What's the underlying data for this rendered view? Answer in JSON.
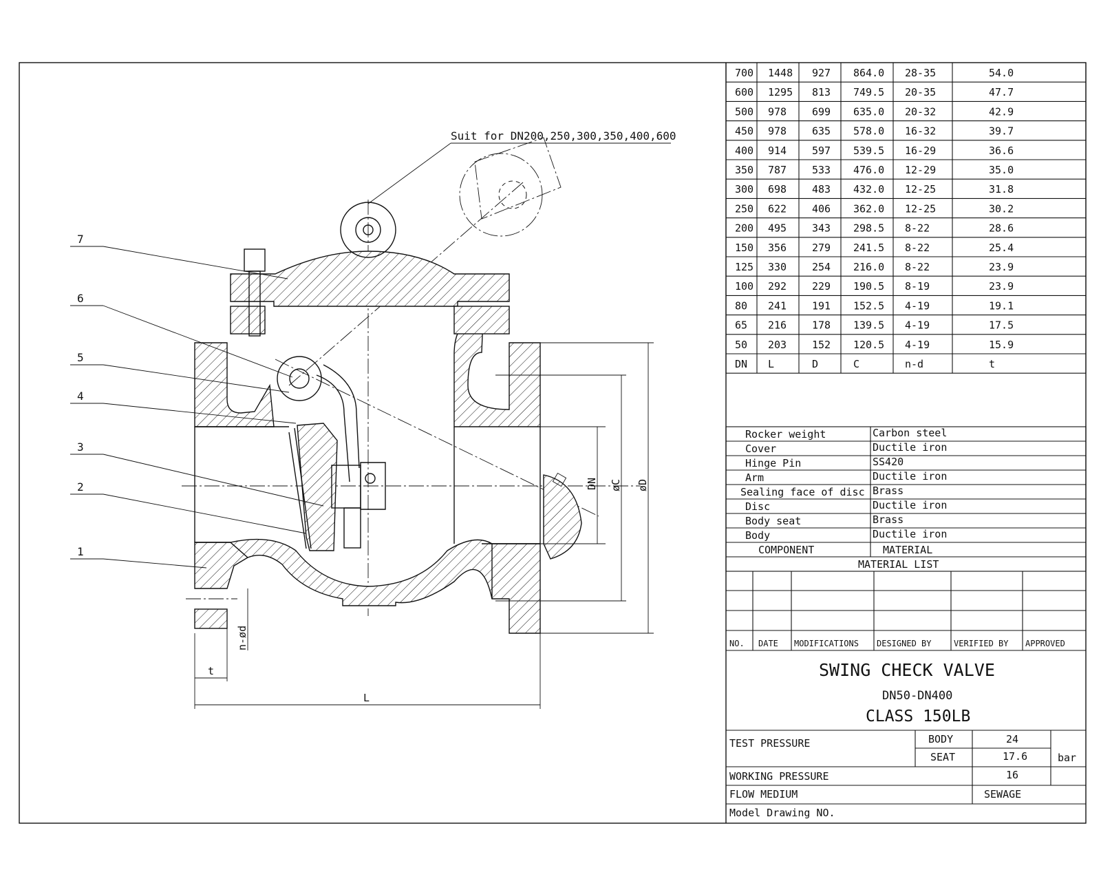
{
  "drawing": {
    "note": "Suit for DN200,250,300,350,400,600",
    "part_callouts": [
      "7",
      "6",
      "5",
      "4",
      "3",
      "2",
      "1"
    ],
    "dimension_labels": {
      "dn": "DN",
      "c": "øC",
      "d": "øD",
      "nd": "n-ød",
      "t": "t",
      "l": "L"
    }
  },
  "dimension_table": {
    "headers": [
      "DN",
      "L",
      "D",
      "C",
      "n-d",
      "t"
    ],
    "rows": [
      [
        "700",
        "1448",
        "927",
        "864.0",
        "28-35",
        "54.0"
      ],
      [
        "600",
        "1295",
        "813",
        "749.5",
        "20-35",
        "47.7"
      ],
      [
        "500",
        "978",
        "699",
        "635.0",
        "20-32",
        "42.9"
      ],
      [
        "450",
        "978",
        "635",
        "578.0",
        "16-32",
        "39.7"
      ],
      [
        "400",
        "914",
        "597",
        "539.5",
        "16-29",
        "36.6"
      ],
      [
        "350",
        "787",
        "533",
        "476.0",
        "12-29",
        "35.0"
      ],
      [
        "300",
        "698",
        "483",
        "432.0",
        "12-25",
        "31.8"
      ],
      [
        "250",
        "622",
        "406",
        "362.0",
        "12-25",
        "30.2"
      ],
      [
        "200",
        "495",
        "343",
        "298.5",
        "8-22",
        "28.6"
      ],
      [
        "150",
        "356",
        "279",
        "241.5",
        "8-22",
        "25.4"
      ],
      [
        "125",
        "330",
        "254",
        "216.0",
        "8-22",
        "23.9"
      ],
      [
        "100",
        "292",
        "229",
        "190.5",
        "8-19",
        "23.9"
      ],
      [
        "80",
        "241",
        "191",
        "152.5",
        "4-19",
        "19.1"
      ],
      [
        "65",
        "216",
        "178",
        "139.5",
        "4-19",
        "17.5"
      ],
      [
        "50",
        "203",
        "152",
        "120.5",
        "4-19",
        "15.9"
      ]
    ]
  },
  "material_list": {
    "rows": [
      [
        "Rocker weight",
        "Carbon steel"
      ],
      [
        "Cover",
        "Ductile iron"
      ],
      [
        "Hinge Pin",
        "SS420"
      ],
      [
        "Arm",
        "Ductile iron"
      ],
      [
        "Sealing face of disc",
        "Brass"
      ],
      [
        "Disc",
        "Ductile iron"
      ],
      [
        "Body seat",
        "Brass"
      ],
      [
        "Body",
        "Ductile iron"
      ]
    ],
    "header": [
      "COMPONENT",
      "MATERIAL"
    ],
    "title": "MATERIAL LIST"
  },
  "revision_block": {
    "headers": [
      "NO.",
      "DATE",
      "MODIFICATIONS",
      "DESIGNED BY",
      "VERIFIED BY",
      "APPROVED"
    ]
  },
  "title_block": {
    "title": "SWING CHECK VALVE",
    "range": "DN50-DN400",
    "class": "CLASS 150LB",
    "test_pressure_label": "TEST PRESSURE",
    "body_label": "BODY",
    "body_value": "24",
    "seat_label": "SEAT",
    "seat_value": "17.6",
    "unit": "bar",
    "working_pressure_label": "WORKING PRESSURE",
    "working_pressure_value": "16",
    "flow_medium_label": "FLOW MEDIUM",
    "flow_medium_value": "SEWAGE",
    "model_drawing_label": "Model Drawing NO."
  }
}
